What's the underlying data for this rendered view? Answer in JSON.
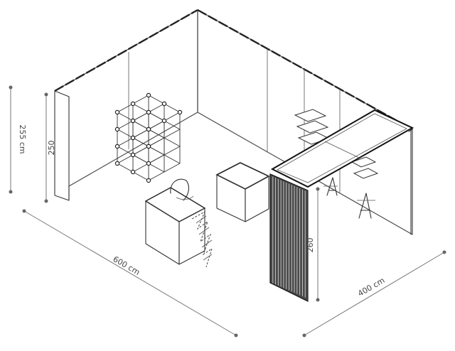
{
  "dimensions": {
    "width_label": "600 cm",
    "depth_label": "400 cm",
    "height_outer_label": "255 cm",
    "height_wall_label": "250",
    "height_counter_label": "260"
  }
}
